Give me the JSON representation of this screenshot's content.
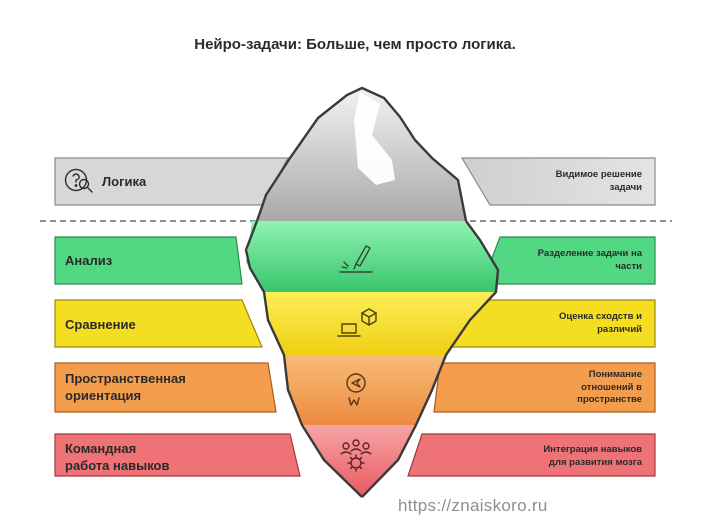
{
  "title": "Нейро-задачи: Больше, чем просто логика.",
  "visible": {
    "left_label": "Логика",
    "right_label": [
      "Видимое решение",
      "задачи"
    ],
    "color": "#d6d6d6",
    "icon": "head-question-magnifier-icon"
  },
  "levels": [
    {
      "left_label": [
        "Анализ"
      ],
      "right_label": [
        "Разделение задачи на",
        "части"
      ],
      "color": "#4fd67f",
      "icon": "pen-writing-icon"
    },
    {
      "left_label": [
        "Сравнение"
      ],
      "right_label": [
        "Оценка сходств и",
        "различий"
      ],
      "color": "#f6df20",
      "icon": "laptop-cube-icon"
    },
    {
      "left_label": [
        "Пространственная",
        "ориентация"
      ],
      "right_label": [
        "Понимание",
        "отношений в",
        "пространстве"
      ],
      "color": "#f29a4a",
      "icon": "compass-icon"
    },
    {
      "left_label": [
        "Командная",
        "работа навыков"
      ],
      "right_label": [
        "Интеграция навыков",
        "для развития мозга"
      ],
      "color": "#ee6f73",
      "icon": "gears-team-icon"
    }
  ],
  "watermark": "https://znaiskoro.ru"
}
